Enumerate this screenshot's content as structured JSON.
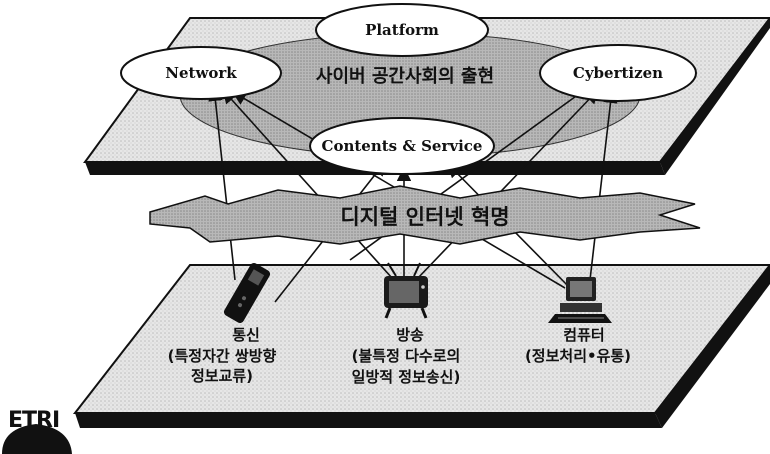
{
  "top_plane": {
    "nodes": {
      "platform": "Platform",
      "network": "Network",
      "cybertizen": "Cybertizen",
      "contents_service": "Contents & Service"
    },
    "center_text": "사이버 공간사회의 출현"
  },
  "middle": {
    "banner": "디지털 인터넷 혁명"
  },
  "bottom_plane": {
    "devices": [
      {
        "icon": "mobile-phone-icon",
        "title": "통신",
        "lines": [
          "(특정자간 쌍방향",
          "정보교류)"
        ]
      },
      {
        "icon": "television-icon",
        "title": "방송",
        "lines": [
          "(불특정 다수로의",
          "일방적 정보송신)"
        ]
      },
      {
        "icon": "computer-icon",
        "title": "컴퓨터",
        "lines": [
          "(정보처리•유통)"
        ]
      }
    ]
  },
  "logo": {
    "text": "ETRI"
  }
}
